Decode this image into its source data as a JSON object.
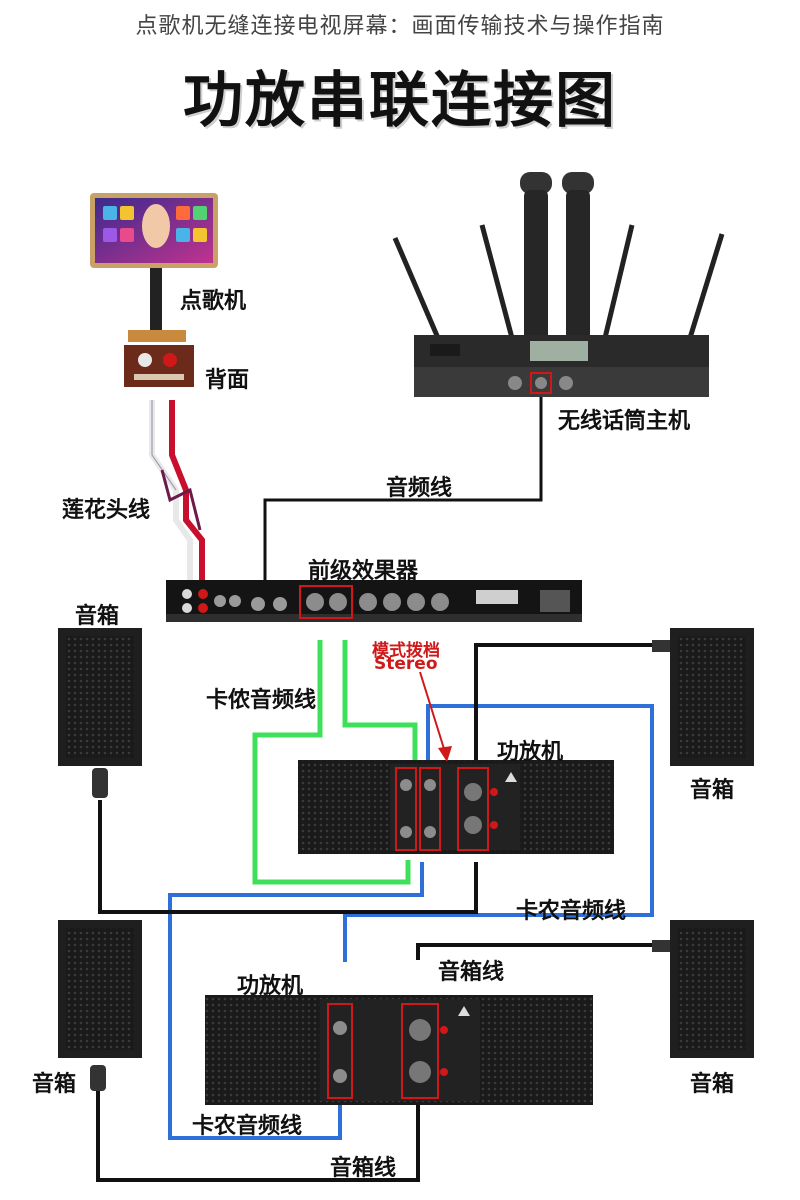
{
  "page": {
    "caption": "点歌机无缝连接电视屏幕：画面传输技术与操作指南",
    "title": "功放串联连接图"
  },
  "labels": {
    "jukebox": "点歌机",
    "back_panel": "背面",
    "wireless_mic_host": "无线话筒主机",
    "audio_cable": "音频线",
    "rca_cable": "莲花头线",
    "pre_effector": "前级效果器",
    "speaker_top_left": "音箱",
    "speaker_top_right": "音箱",
    "speaker_bottom_left": "音箱",
    "speaker_bottom_right": "音箱",
    "mode_switch": "模式拨档",
    "stereo": "Stereo",
    "xlr_cable_left": "卡侬音频线",
    "amplifier_1": "功放机",
    "xlr_cable_right": "卡农音频线",
    "speaker_cable_upper": "音箱线",
    "amplifier_2": "功放机",
    "xlr_cable_bottom": "卡农音频线",
    "speaker_cable_bottom": "音箱线"
  },
  "colors": {
    "green_cable": "#3ee05a",
    "blue_cable": "#2f6fd8",
    "black_cable": "#111111",
    "red_cable": "#c8102e",
    "red_highlight": "#d01818",
    "device_body": "#1c1c1c"
  }
}
